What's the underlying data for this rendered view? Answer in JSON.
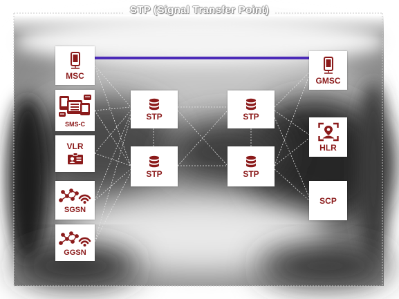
{
  "title": "STP (Signal Transfer Point)",
  "colors": {
    "accent": "#8b1a1a",
    "link_bar": "#4b2ab8",
    "frame_line": "#c8c8c8"
  },
  "nodes": {
    "msc": {
      "label": "MSC",
      "icon": "mobile-phone-icon"
    },
    "smsc": {
      "label": "SMS-C",
      "icon": "sms-center-icon"
    },
    "vlr": {
      "label": "VLR",
      "icon": "id-card-icon"
    },
    "sgsn": {
      "label": "SGSN",
      "icon": "wifi-network-icon"
    },
    "ggsn": {
      "label": "GGSN",
      "icon": "wifi-network-icon"
    },
    "stp1": {
      "label": "STP",
      "icon": "database-icon"
    },
    "stp2": {
      "label": "STP",
      "icon": "database-icon"
    },
    "stp3": {
      "label": "STP",
      "icon": "database-icon"
    },
    "stp4": {
      "label": "STP",
      "icon": "database-icon"
    },
    "gmsc": {
      "label": "GMSC",
      "icon": "mobile-phone-icon"
    },
    "hlr": {
      "label": "HLR",
      "icon": "user-location-icon"
    },
    "scp": {
      "label": "SCP",
      "icon": ""
    }
  }
}
